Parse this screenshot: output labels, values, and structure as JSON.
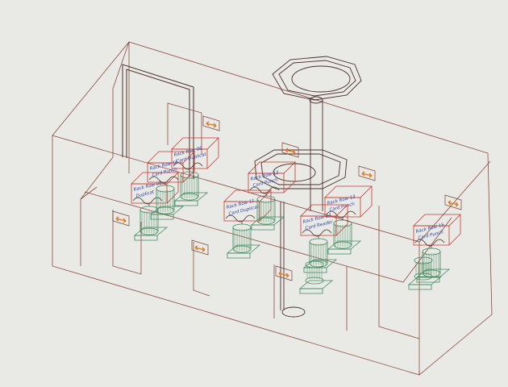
{
  "colors": {
    "paper": "#e9e9e6",
    "room": "#7a3f33",
    "ink_dark": "#4a2e2a",
    "red": "#c8392f",
    "green": "#3f8a5b",
    "blue": "#2f46a8",
    "orange": "#e07a2a"
  },
  "labels": [
    {
      "line1": "Rack Row 06",
      "line2": "Card Duplicat"
    },
    {
      "line1": "Rack Row 06",
      "line2": "Duplicat"
    },
    {
      "line1": "Rack Row 11",
      "line2": "Card Duplicat"
    },
    {
      "line1": "Rack Row 12",
      "line2": "Card Punch"
    },
    {
      "line1": "Rack Row 13",
      "line2": "Card Punch"
    },
    {
      "line1": "Rack Row 14",
      "line2": "Card Reader"
    },
    {
      "line1": "Rack Row 15",
      "line2": "Card Punch"
    },
    {
      "line1": "Rack Row 16",
      "line2": "Card Punch"
    }
  ]
}
